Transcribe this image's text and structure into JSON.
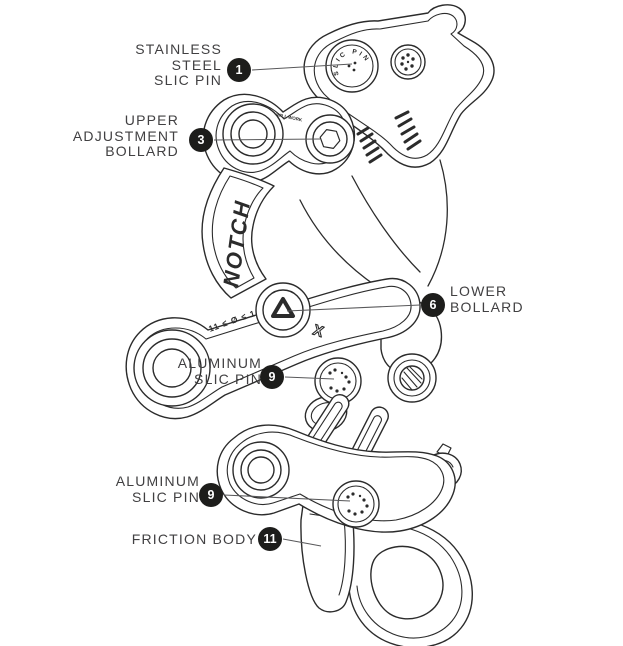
{
  "figure": {
    "title": "rope-device-parts-diagram",
    "colors": {
      "background": "#ffffff",
      "line_art": "#2b2b2b",
      "label_text": "#414042",
      "badge_bg": "#1d1d1b",
      "badge_text": "#ffffff",
      "leader_line": "#58585a"
    },
    "callouts": [
      {
        "number": "1",
        "lines": [
          "STAINLESS",
          "STEEL",
          "SLIC PIN"
        ]
      },
      {
        "number": "3",
        "lines": [
          "UPPER",
          "ADJUSTMENT",
          "BOLLARD"
        ]
      },
      {
        "number": "6",
        "lines": [
          "LOWER",
          "BOLLARD"
        ]
      },
      {
        "number": "9",
        "lines": [
          "ALUMINUM",
          "SLIC PIN"
        ]
      },
      {
        "number": "9",
        "lines": [
          "ALUMINUM",
          "SLIC PIN"
        ]
      },
      {
        "number": "11",
        "lines": [
          "FRICTION BODY"
        ]
      }
    ],
    "engravings": {
      "brand": "NOTCH",
      "rope_range": "11 ≤ Ø ≤ 13MM",
      "pin_text": "SLIC PIN",
      "arm_text": "WILL WORK",
      "x_mark": "X"
    }
  }
}
